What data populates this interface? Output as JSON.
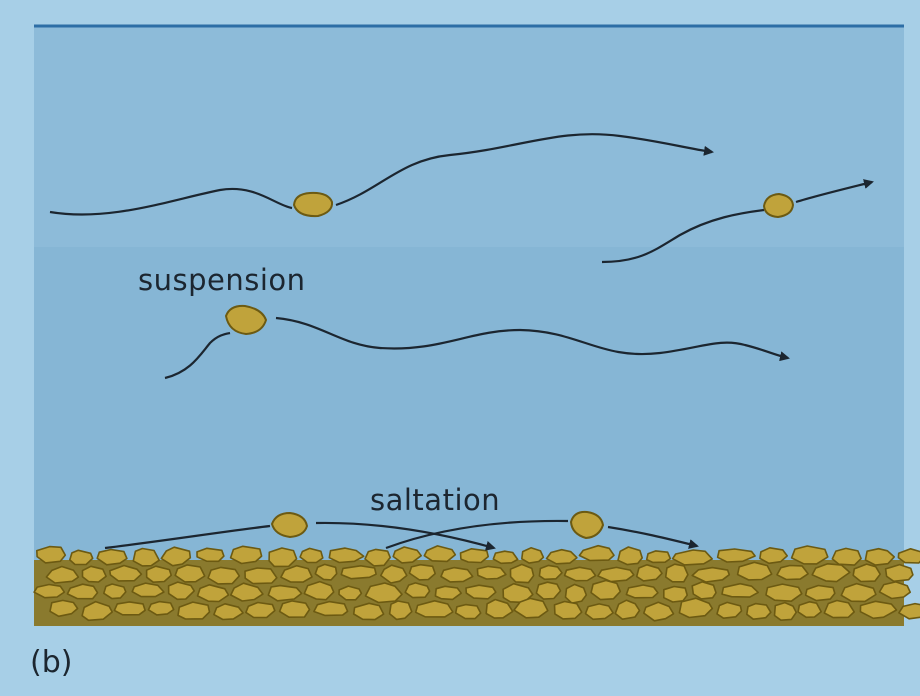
{
  "figure": {
    "panel_label": "(b)",
    "labels": {
      "suspension": "suspension",
      "saltation": "saltation"
    },
    "colors": {
      "background": "#a7cfe7",
      "water": "#86b6d5",
      "surface_line": "#2d6ea6",
      "grain_fill": "#c0a33b",
      "grain_outline": "#6c5a12",
      "path_line": "#1c2630"
    }
  }
}
